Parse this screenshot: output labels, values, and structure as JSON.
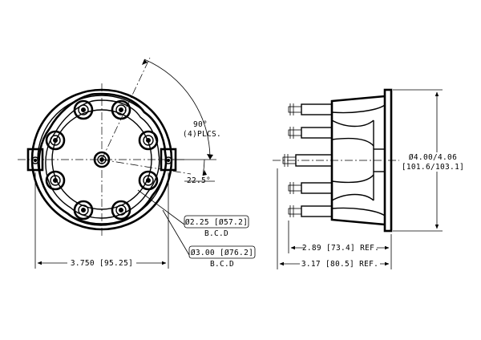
{
  "front_view": {
    "angle_label": "90°",
    "places_label": "(4)PLCS.",
    "sub_angle_label": "22.5°",
    "bcd_small": {
      "diameter": "Ø2.25 [Ø57.2]",
      "note": "B.C.D"
    },
    "bcd_large": {
      "diameter": "Ø3.00 [Ø76.2]",
      "note": "B.C.D"
    },
    "width_dim": "3.750 [95.25]"
  },
  "side_view": {
    "diameter_label": "Ø4.00/4.06",
    "diameter_metric": "[101.6/103.1]",
    "depth_ref": "2.89 [73.4] REF.",
    "overall_ref": "3.17 [80.5] REF."
  }
}
